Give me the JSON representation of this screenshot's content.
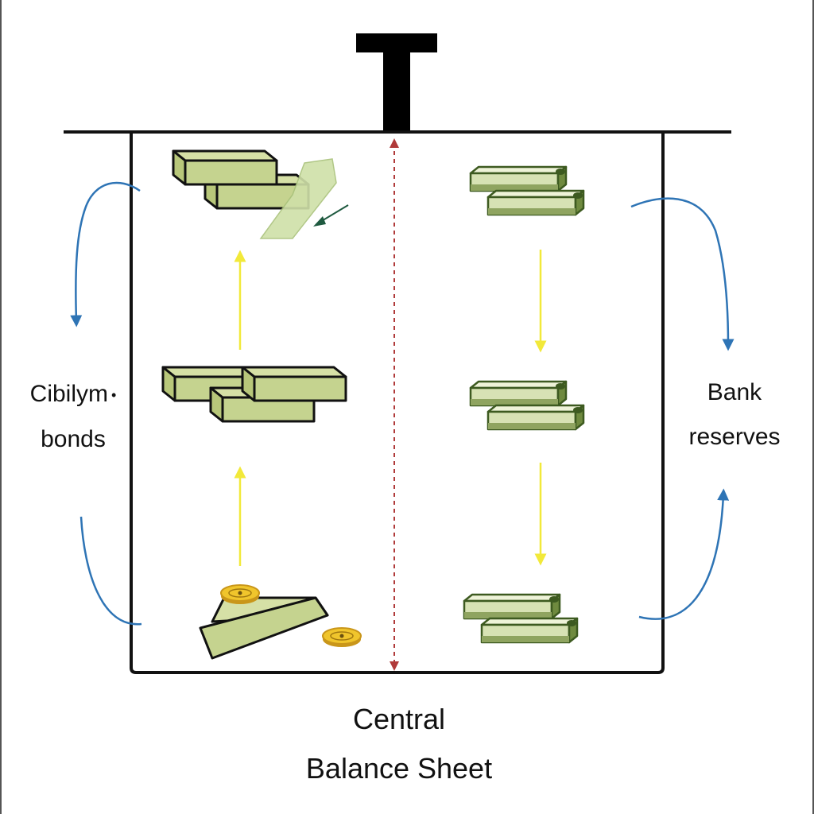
{
  "left_label": {
    "line1": "Cibilym",
    "glyph": "•",
    "line2": "bonds"
  },
  "right_label": {
    "line1": "Bank",
    "line2": "reserves"
  },
  "caption": {
    "line1": "Central",
    "line2": "Balance Sheet"
  },
  "icons": {
    "left_column": [
      "gold-bars-icon",
      "gold-bars-icon",
      "gold-bar-icon"
    ],
    "right_column": [
      "cash-stack-icon",
      "cash-stack-icon",
      "cash-stack-icon"
    ],
    "coins": "coin-icon"
  },
  "colors": {
    "outline": "#111111",
    "bar_fill": "#c5d38f",
    "bar_top": "#d6e0a6",
    "cash_fill": "#8fa460",
    "cash_top": "#d7e2b4",
    "cash_dark": "#3d5a20",
    "yellow_arrow": "#f2e93a",
    "blue_arrow": "#2e74b5",
    "divider": "#b03a3a",
    "coin": "#e8b820"
  }
}
